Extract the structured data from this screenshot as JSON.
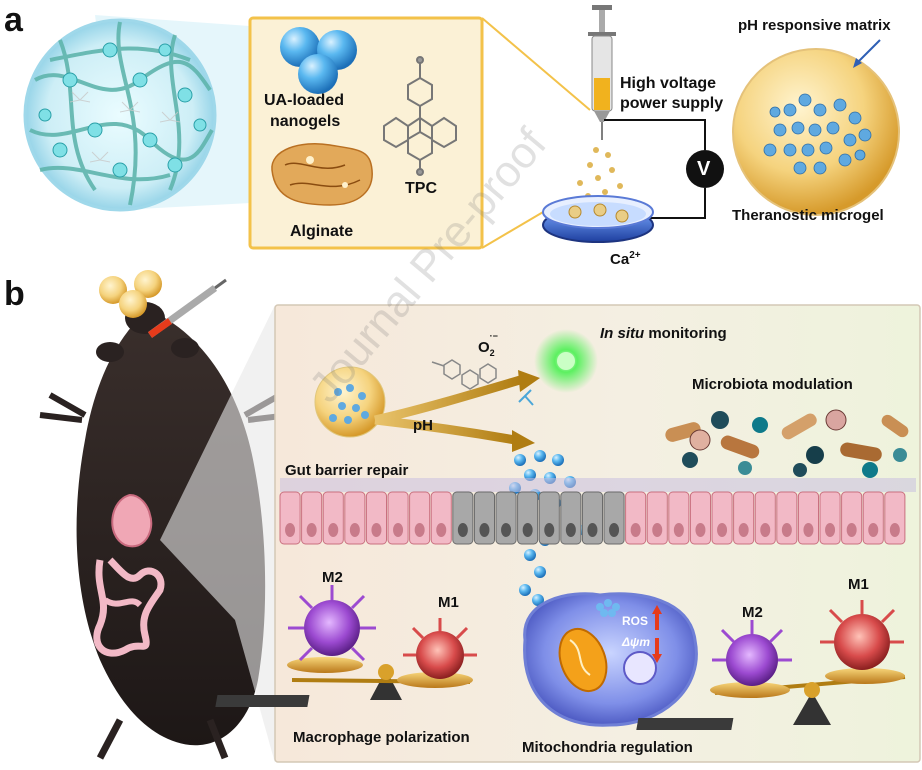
{
  "panels": {
    "a": "a",
    "b": "b"
  },
  "panel_a": {
    "nanogel_label_line1": "UA-loaded",
    "nanogel_label_line2": "nanogels",
    "alginate_label": "Alginate",
    "tpc_label": "TPC",
    "power_label_line1": "High voltage",
    "power_label_line2": "power supply",
    "voltmeter_symbol": "V",
    "calcium_label": "Ca",
    "calcium_charge": "2+",
    "matrix_label": "pH responsive matrix",
    "microgel_label": "Theranostic microgel"
  },
  "panel_b": {
    "superoxide_label": "O",
    "superoxide_sub": "2",
    "superoxide_sup": "·−",
    "monitoring_italic": "In situ",
    "monitoring_rest": " monitoring",
    "ph_label": "pH",
    "microbiota_label": "Microbiota modulation",
    "gut_barrier_label": "Gut barrier repair",
    "m2_left": "M2",
    "m1_left": "M1",
    "ros_label": "ROS",
    "membrane_potential_label": "Δψm",
    "m2_right": "M2",
    "m1_right": "M1",
    "macrophage_label": "Macrophage polarization",
    "mitochondria_label": "Mitochondria regulation"
  },
  "watermark": "Journal Pre-proof",
  "colors": {
    "gold_frame": "#f3c24a",
    "nanogel_blue": "#3da6e6",
    "hydrogel_teal": "#5fb5ad",
    "mucosa_pink": "#f2b9c6",
    "damaged_cell_gray": "#9e9e9e",
    "fluorescence_green": "#47e84a",
    "m2_purple": "#9c4ad1",
    "m1_red": "#d84b4b"
  }
}
